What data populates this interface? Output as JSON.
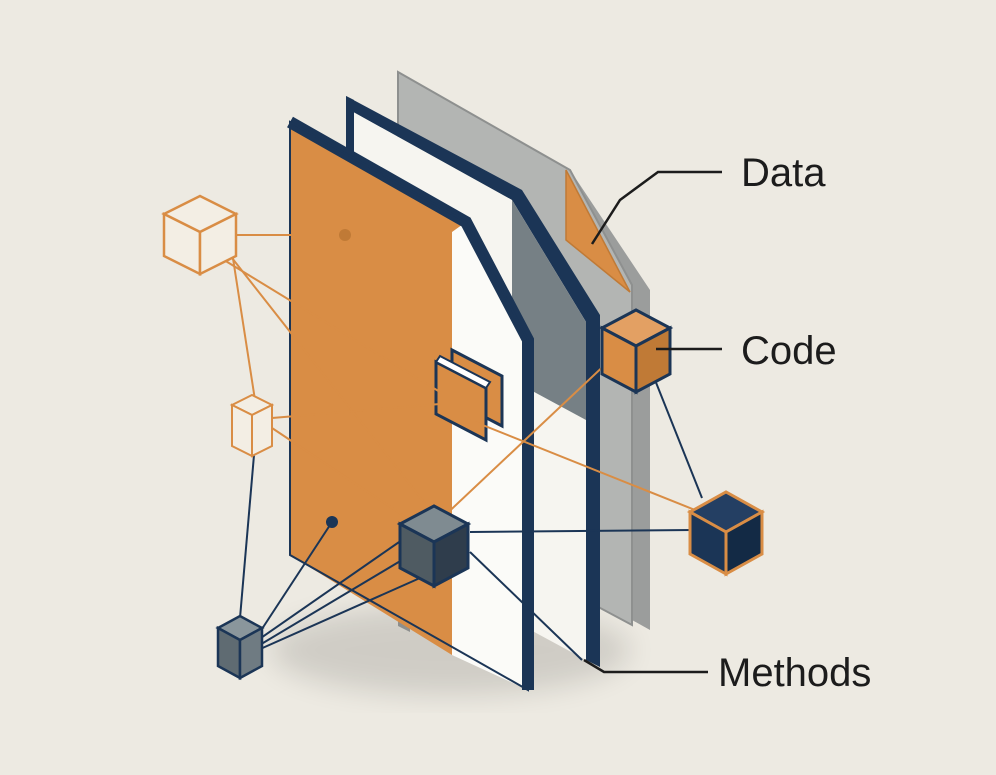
{
  "labels": {
    "data": "Data",
    "code": "Code",
    "methods": "Methods"
  },
  "colors": {
    "background": "#edeae2",
    "orange": "#d98d45",
    "navy": "#1b3556",
    "slate": "#5f6b72",
    "gray_panel": "#aeb0ae",
    "white": "#fbfbf8"
  }
}
